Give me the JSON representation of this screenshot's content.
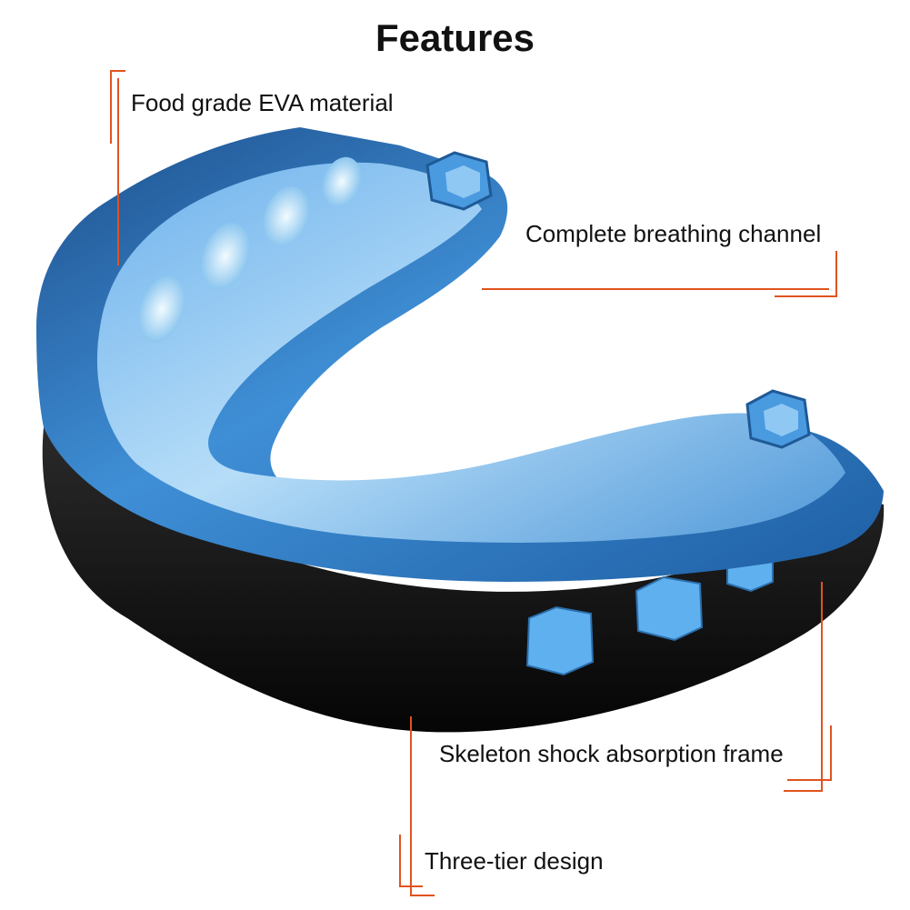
{
  "title": "Features",
  "callouts": [
    {
      "label": "Food grade EVA material"
    },
    {
      "label": "Complete breathing channel"
    },
    {
      "label": "Skeleton shock absorption frame"
    },
    {
      "label": "Three-tier design"
    }
  ],
  "colors": {
    "leader_line": "#e0531f",
    "guard_blue": "#3f8fd6",
    "guard_blue_light": "#9fd0f5",
    "guard_black": "#111111"
  },
  "icons": [
    "mouthguard-illustration"
  ]
}
